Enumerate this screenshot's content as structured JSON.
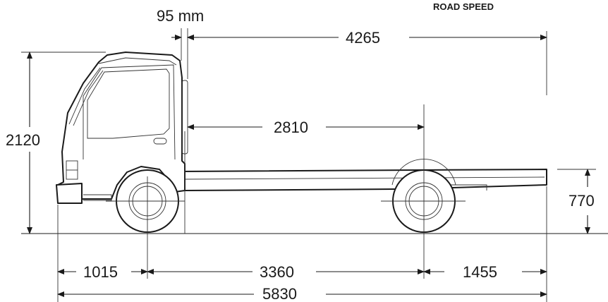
{
  "header": {
    "text": "ROAD SPEED"
  },
  "dimensions": {
    "gap_label": "95 mm",
    "cab_to_end": "4265",
    "height": "2120",
    "cab_to_axle": "2810",
    "frame_height": "770",
    "front_overhang": "1015",
    "wheelbase": "3360",
    "rear_overhang": "1455",
    "overall_length": "5830"
  },
  "colors": {
    "ink": "#1a1a1a",
    "background": "#ffffff"
  }
}
